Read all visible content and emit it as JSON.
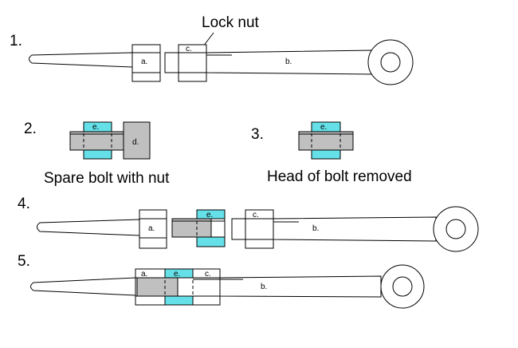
{
  "steps": {
    "s1": "1.",
    "s2": "2.",
    "s3": "3.",
    "s4": "4.",
    "s5": "5."
  },
  "labels": {
    "lock_nut": "Lock nut",
    "spare_bolt": "Spare bolt with nut",
    "head_removed": "Head of bolt removed"
  },
  "parts": {
    "a": "a.",
    "b": "b.",
    "c": "c.",
    "d": "d.",
    "e": "e."
  },
  "colors": {
    "nut_cyan": "#66e0e8",
    "bolt_gray": "#c0c0c0"
  }
}
